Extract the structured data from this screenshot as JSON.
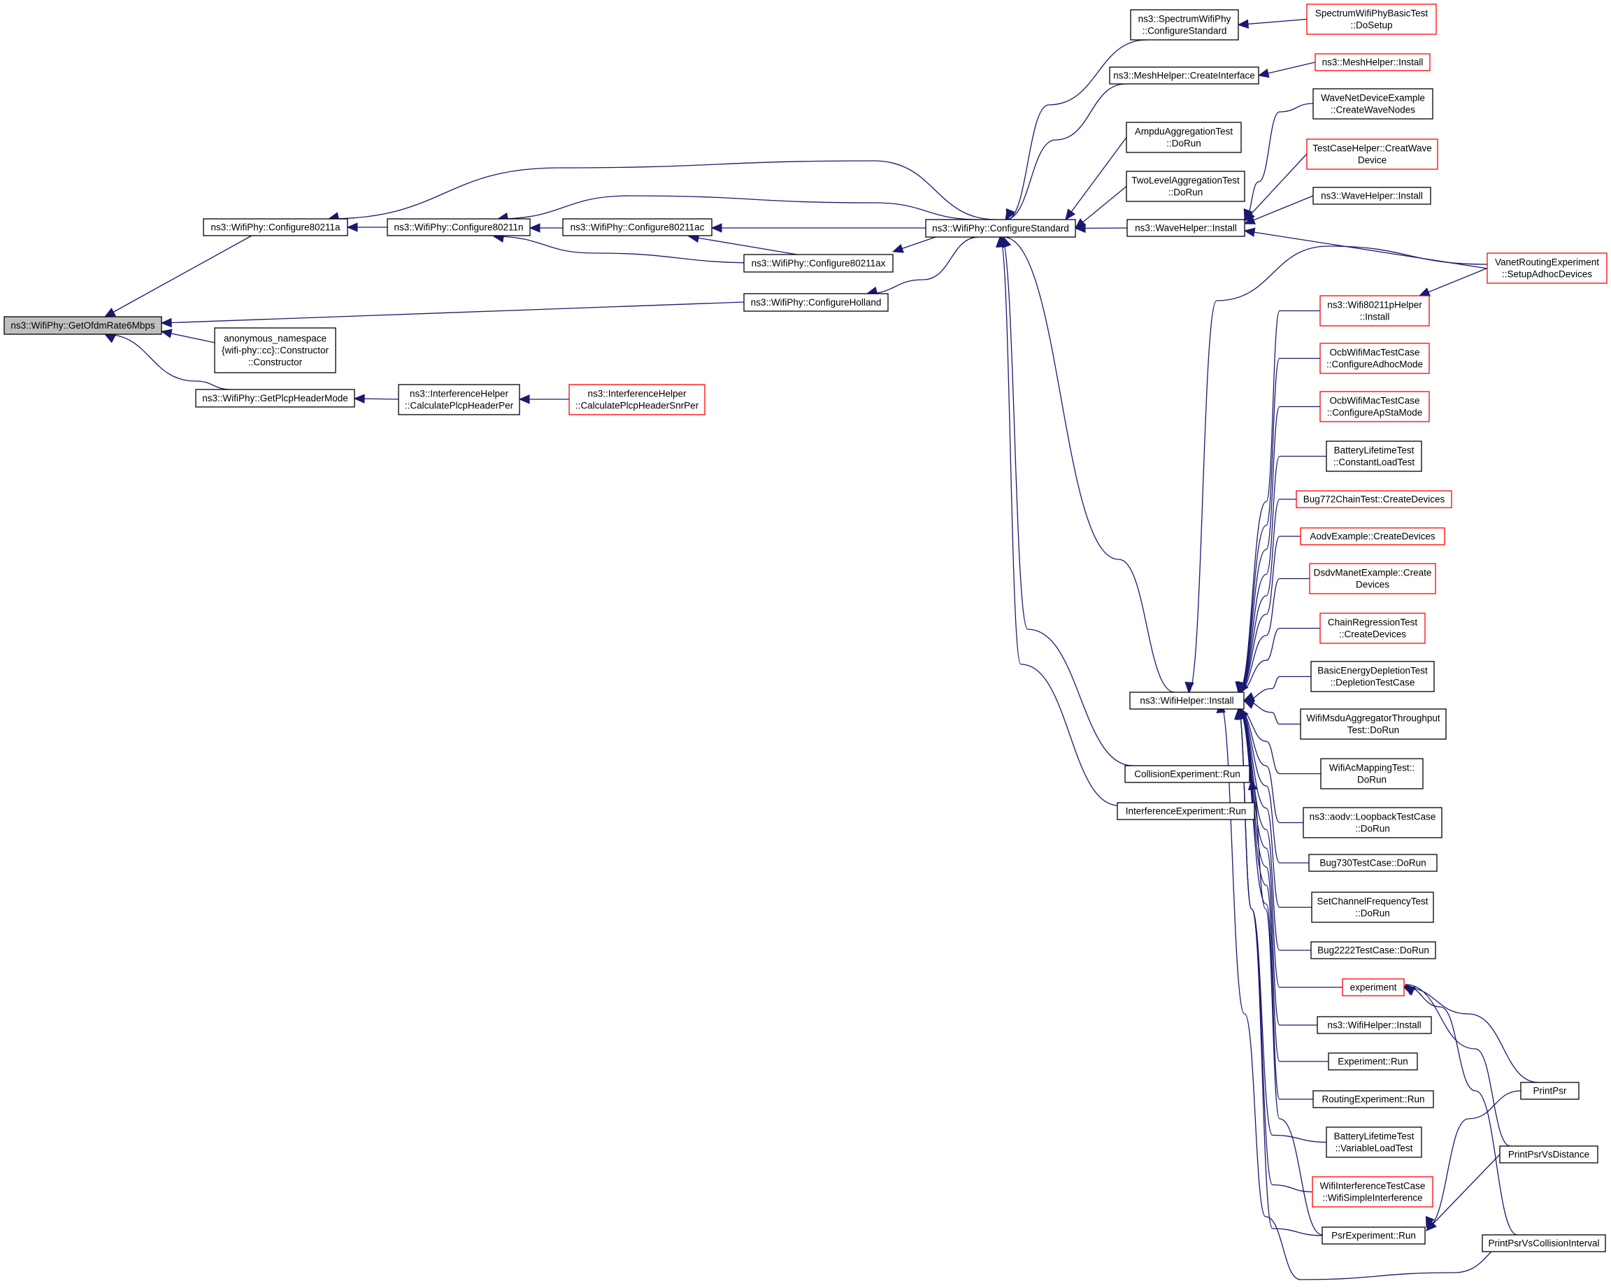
{
  "diagram": {
    "colors": {
      "edge": "#191970",
      "node_border": "#000000",
      "node_border_truncated": "#ff0000",
      "root_fill": "#bfbfbf",
      "node_fill": "#ffffff"
    },
    "nodes": [
      {
        "id": "getofdm",
        "lines": [
          "ns3::WifiPhy::GetOfdmRate6Mbps"
        ],
        "style": "root"
      },
      {
        "id": "c80211a",
        "lines": [
          "ns3::WifiPhy::Configure80211a"
        ],
        "style": "black"
      },
      {
        "id": "c80211n",
        "lines": [
          "ns3::WifiPhy::Configure80211n"
        ],
        "style": "black"
      },
      {
        "id": "c80211ac",
        "lines": [
          "ns3::WifiPhy::Configure80211ac"
        ],
        "style": "black"
      },
      {
        "id": "c80211ax",
        "lines": [
          "ns3::WifiPhy::Configure80211ax"
        ],
        "style": "black"
      },
      {
        "id": "holland",
        "lines": [
          "ns3::WifiPhy::ConfigureHolland"
        ],
        "style": "black"
      },
      {
        "id": "anon",
        "lines": [
          "anonymous_namespace",
          "{wifi-phy::cc}::Constructor",
          "::Constructor"
        ],
        "style": "black"
      },
      {
        "id": "getplcp",
        "lines": [
          "ns3::WifiPhy::GetPlcpHeaderMode"
        ],
        "style": "black"
      },
      {
        "id": "calcper",
        "lines": [
          "ns3::InterferenceHelper",
          "::CalculatePlcpHeaderPer"
        ],
        "style": "black"
      },
      {
        "id": "calcsnr",
        "lines": [
          "ns3::InterferenceHelper",
          "::CalculatePlcpHeaderSnrPer"
        ],
        "style": "red"
      },
      {
        "id": "cfgstd",
        "lines": [
          "ns3::WifiPhy::ConfigureStandard"
        ],
        "style": "black"
      },
      {
        "id": "spectrum",
        "lines": [
          "ns3::SpectrumWifiPhy",
          "::ConfigureStandard"
        ],
        "style": "black"
      },
      {
        "id": "specbasic",
        "lines": [
          "SpectrumWifiPhyBasicTest",
          "::DoSetup"
        ],
        "style": "red"
      },
      {
        "id": "meshcreate",
        "lines": [
          "ns3::MeshHelper::CreateInterface"
        ],
        "style": "black"
      },
      {
        "id": "meshinstall",
        "lines": [
          "ns3::MeshHelper::Install"
        ],
        "style": "red"
      },
      {
        "id": "ampdu",
        "lines": [
          "AmpduAggregationTest",
          "::DoRun"
        ],
        "style": "black"
      },
      {
        "id": "twolevel",
        "lines": [
          "TwoLevelAggregationTest",
          "::DoRun"
        ],
        "style": "black"
      },
      {
        "id": "waveinstall",
        "lines": [
          "ns3::WaveHelper::Install"
        ],
        "style": "black"
      },
      {
        "id": "wavenet",
        "lines": [
          "WaveNetDeviceExample",
          "::CreateWaveNodes"
        ],
        "style": "black"
      },
      {
        "id": "testcase",
        "lines": [
          "TestCaseHelper::CreatWave",
          "Device"
        ],
        "style": "red"
      },
      {
        "id": "waveinstall2",
        "lines": [
          "ns3::WaveHelper::Install"
        ],
        "style": "black"
      },
      {
        "id": "vanet",
        "lines": [
          "VanetRoutingExperiment",
          "::SetupAdhocDevices"
        ],
        "style": "red"
      },
      {
        "id": "wifi80211p",
        "lines": [
          "ns3::Wifi80211pHelper",
          "::Install"
        ],
        "style": "red"
      },
      {
        "id": "ocbadhoc",
        "lines": [
          "OcbWifiMacTestCase",
          "::ConfigureAdhocMode"
        ],
        "style": "red"
      },
      {
        "id": "ocbapsta",
        "lines": [
          "OcbWifiMacTestCase",
          "::ConfigureApStaMode"
        ],
        "style": "red"
      },
      {
        "id": "batconst",
        "lines": [
          "BatteryLifetimeTest",
          "::ConstantLoadTest"
        ],
        "style": "black"
      },
      {
        "id": "bug772",
        "lines": [
          "Bug772ChainTest::CreateDevices"
        ],
        "style": "red"
      },
      {
        "id": "aodvex",
        "lines": [
          "AodvExample::CreateDevices"
        ],
        "style": "red"
      },
      {
        "id": "dsdv",
        "lines": [
          "DsdvManetExample::Create",
          "Devices"
        ],
        "style": "red"
      },
      {
        "id": "chainreg",
        "lines": [
          "ChainRegressionTest",
          "::CreateDevices"
        ],
        "style": "red"
      },
      {
        "id": "basicenergy",
        "lines": [
          "BasicEnergyDepletionTest",
          "::DepletionTestCase"
        ],
        "style": "black"
      },
      {
        "id": "wifihelper",
        "lines": [
          "ns3::WifiHelper::Install"
        ],
        "style": "black"
      },
      {
        "id": "msdu",
        "lines": [
          "WifiMsduAggregatorThroughput",
          "Test::DoRun"
        ],
        "style": "black"
      },
      {
        "id": "acmapping",
        "lines": [
          "WifiAcMappingTest::",
          "DoRun"
        ],
        "style": "black"
      },
      {
        "id": "loopback",
        "lines": [
          "ns3::aodv::LoopbackTestCase",
          "::DoRun"
        ],
        "style": "black"
      },
      {
        "id": "bug730",
        "lines": [
          "Bug730TestCase::DoRun"
        ],
        "style": "black"
      },
      {
        "id": "setchan",
        "lines": [
          "SetChannelFrequencyTest",
          "::DoRun"
        ],
        "style": "black"
      },
      {
        "id": "bug2222",
        "lines": [
          "Bug2222TestCase::DoRun"
        ],
        "style": "black"
      },
      {
        "id": "experiment",
        "lines": [
          "experiment"
        ],
        "style": "red"
      },
      {
        "id": "wifihelper2",
        "lines": [
          "ns3::WifiHelper::Install"
        ],
        "style": "black"
      },
      {
        "id": "exprun",
        "lines": [
          "Experiment::Run"
        ],
        "style": "black"
      },
      {
        "id": "routingexp",
        "lines": [
          "RoutingExperiment::Run"
        ],
        "style": "black"
      },
      {
        "id": "batvar",
        "lines": [
          "BatteryLifetimeTest",
          "::VariableLoadTest"
        ],
        "style": "black"
      },
      {
        "id": "wifiinterf",
        "lines": [
          "WifiInterferenceTestCase",
          "::WifiSimpleInterference"
        ],
        "style": "red"
      },
      {
        "id": "psrexp",
        "lines": [
          "PsrExperiment::Run"
        ],
        "style": "black"
      },
      {
        "id": "collision",
        "lines": [
          "CollisionExperiment::Run"
        ],
        "style": "black"
      },
      {
        "id": "interfexp",
        "lines": [
          "InterferenceExperiment::Run"
        ],
        "style": "black"
      },
      {
        "id": "printpsr",
        "lines": [
          "PrintPsr"
        ],
        "style": "black"
      },
      {
        "id": "printpsrdist",
        "lines": [
          "PrintPsrVsDistance"
        ],
        "style": "black"
      },
      {
        "id": "printpsrcoll",
        "lines": [
          "PrintPsrVsCollisionInterval"
        ],
        "style": "black"
      }
    ],
    "edges": [
      [
        "c80211a",
        "getofdm"
      ],
      [
        "holland",
        "getofdm"
      ],
      [
        "anon",
        "getofdm"
      ],
      [
        "getplcp",
        "getofdm"
      ],
      [
        "c80211n",
        "c80211a"
      ],
      [
        "cfgstd",
        "c80211a"
      ],
      [
        "c80211ac",
        "c80211n"
      ],
      [
        "c80211ax",
        "c80211n"
      ],
      [
        "cfgstd",
        "c80211n"
      ],
      [
        "c80211ax",
        "c80211ac"
      ],
      [
        "cfgstd",
        "c80211ac"
      ],
      [
        "cfgstd",
        "c80211ax"
      ],
      [
        "cfgstd",
        "holland"
      ],
      [
        "calcper",
        "getplcp"
      ],
      [
        "calcsnr",
        "calcper"
      ],
      [
        "spectrum",
        "cfgstd"
      ],
      [
        "meshcreate",
        "cfgstd"
      ],
      [
        "ampdu",
        "cfgstd"
      ],
      [
        "twolevel",
        "cfgstd"
      ],
      [
        "waveinstall",
        "cfgstd"
      ],
      [
        "wifihelper",
        "cfgstd"
      ],
      [
        "collision",
        "cfgstd"
      ],
      [
        "interfexp",
        "cfgstd"
      ],
      [
        "specbasic",
        "spectrum"
      ],
      [
        "meshinstall",
        "meshcreate"
      ],
      [
        "wavenet",
        "waveinstall"
      ],
      [
        "testcase",
        "waveinstall"
      ],
      [
        "waveinstall2",
        "waveinstall"
      ],
      [
        "vanet",
        "waveinstall"
      ],
      [
        "vanet",
        "wifi80211p"
      ],
      [
        "wifi80211p",
        "wifihelper"
      ],
      [
        "ocbadhoc",
        "wifihelper"
      ],
      [
        "ocbapsta",
        "wifihelper"
      ],
      [
        "batconst",
        "wifihelper"
      ],
      [
        "bug772",
        "wifihelper"
      ],
      [
        "aodvex",
        "wifihelper"
      ],
      [
        "dsdv",
        "wifihelper"
      ],
      [
        "chainreg",
        "wifihelper"
      ],
      [
        "basicenergy",
        "wifihelper"
      ],
      [
        "vanet",
        "wifihelper"
      ],
      [
        "msdu",
        "wifihelper"
      ],
      [
        "acmapping",
        "wifihelper"
      ],
      [
        "loopback",
        "wifihelper"
      ],
      [
        "bug730",
        "wifihelper"
      ],
      [
        "setchan",
        "wifihelper"
      ],
      [
        "bug2222",
        "wifihelper"
      ],
      [
        "experiment",
        "wifihelper"
      ],
      [
        "wifihelper2",
        "wifihelper"
      ],
      [
        "exprun",
        "wifihelper"
      ],
      [
        "routingexp",
        "wifihelper"
      ],
      [
        "batvar",
        "wifihelper"
      ],
      [
        "wifiinterf",
        "wifihelper"
      ],
      [
        "psrexp",
        "wifihelper"
      ],
      [
        "printpsrcoll",
        "wifihelper"
      ],
      [
        "printpsr",
        "experiment"
      ],
      [
        "printpsrdist",
        "experiment"
      ],
      [
        "printpsrcoll",
        "experiment"
      ],
      [
        "printpsr",
        "psrexp"
      ],
      [
        "printpsrdist",
        "psrexp"
      ],
      [
        "psrexp",
        "collision"
      ]
    ]
  }
}
